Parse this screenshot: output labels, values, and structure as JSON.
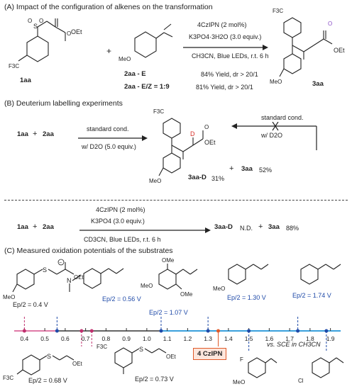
{
  "sectionA": {
    "heading": "(A) Impact of the configuration of alkenes on the transformation",
    "cond1": "4CzIPN (2 mol%)",
    "cond2": "K3PO4·3H2O (3.0 equiv.)",
    "cond3": "CH3CN, Blue LEDs, r.t. 6 h",
    "reagent1_label": "1aa",
    "reagent2_label": "2aa",
    "reagent2_E": "2aa - E",
    "reagent2_EZ": "2aa - E/Z = 1:9",
    "result1": "84% Yield, dr > 20/1",
    "result2": "81% Yield, dr > 20/1",
    "product_label": "3aa",
    "plus": "+",
    "f3c": "F3C",
    "cf3": "F3C",
    "meo": "MeO",
    "oet": "OEt"
  },
  "sectionB": {
    "heading": "(B) Deuterium labelling experiments",
    "left1": "1aa",
    "left2": "2aa",
    "plus": "+",
    "cond_top": "standard cond.",
    "cond_bottom": "w/ D2O (5.0 equiv.)",
    "product1": "3aa-D",
    "product1_yield": "31%",
    "product2": "3aa",
    "product2_yield": "52%",
    "reverse_cond": "standard cond.",
    "reverse_cond2": "w/ D2O",
    "d_atom": "D",
    "oet": "OEt",
    "cf3": "F3C",
    "meo": "MeO",
    "row2_left1": "1aa",
    "row2_left2": "2aa",
    "row2_cond1": "4CzIPN (2 mol%)",
    "row2_cond2": "K3PO4 (3.0 equiv.)",
    "row2_cond3": "CD3CN, Blue LEDs, r.t. 6 h",
    "row2_product1": "3aa-D",
    "row2_nd": "N.D.",
    "row2_product2": "3aa",
    "row2_yield": "88%"
  },
  "sectionC": {
    "heading": "(C) Measured oxidation potentials of the substrates",
    "scale_note": "vs. SCE in CH3CN",
    "ticks": [
      "0.4",
      "0.5",
      "0.6",
      "0.7",
      "0.8",
      "0.9",
      "1.0",
      "1.1",
      "1.2",
      "1.3",
      "1.4",
      "1.5",
      "1.6",
      "1.7",
      "1.8",
      "1.9"
    ],
    "catalyst_label": "4 CzIPN",
    "potentials": [
      {
        "text": "Ep/2 = 0.4 V",
        "value": 0.4
      },
      {
        "text": "Ep/2 = 0.56 V",
        "value": 0.56
      },
      {
        "text": "Ep/2 = 1.07 V",
        "value": 1.07
      },
      {
        "text": "Ep/2 = 1.30 V",
        "value": 1.3
      },
      {
        "text": "Ep/2 = 1.74 V",
        "value": 1.74
      },
      {
        "text": "Ep/2 = 0.68 V",
        "value": 0.68
      },
      {
        "text": "Ep/2 = 0.73 V",
        "value": 0.73
      }
    ],
    "meo": "MeO",
    "ome": "OMe",
    "oet": "OEt",
    "f3c": "F3C",
    "f": "F",
    "cl": "Cl",
    "n": "N"
  }
}
